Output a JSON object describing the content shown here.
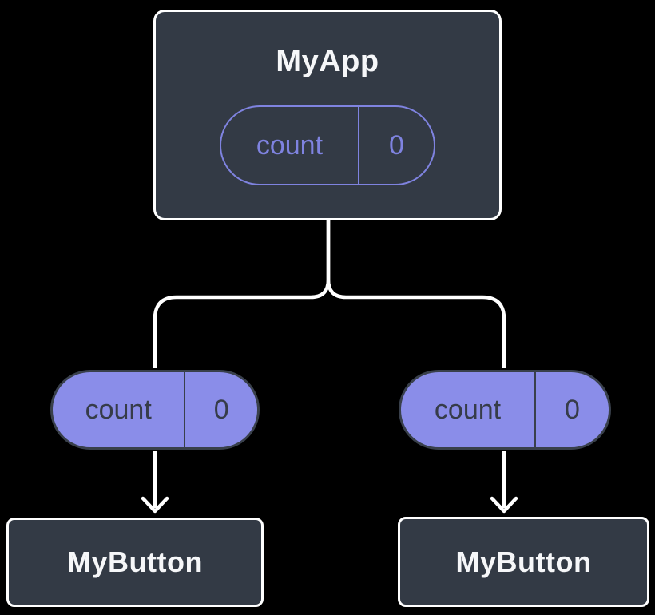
{
  "diagram": {
    "background": "#000000",
    "colors": {
      "node_fill": "#333a45",
      "node_border": "#ffffff",
      "node_text": "#f6f7f9",
      "state_outline": "#7f83e0",
      "state_fill": "#8a8de9",
      "state_dark_text": "#363c49",
      "state_dark_border": "#39404b",
      "connector": "#ffffff"
    },
    "root": {
      "title": "MyApp",
      "state": {
        "name": "count",
        "value": "0"
      }
    },
    "children": [
      {
        "title": "MyButton",
        "state": {
          "name": "count",
          "value": "0"
        }
      },
      {
        "title": "MyButton",
        "state": {
          "name": "count",
          "value": "0"
        }
      }
    ]
  }
}
